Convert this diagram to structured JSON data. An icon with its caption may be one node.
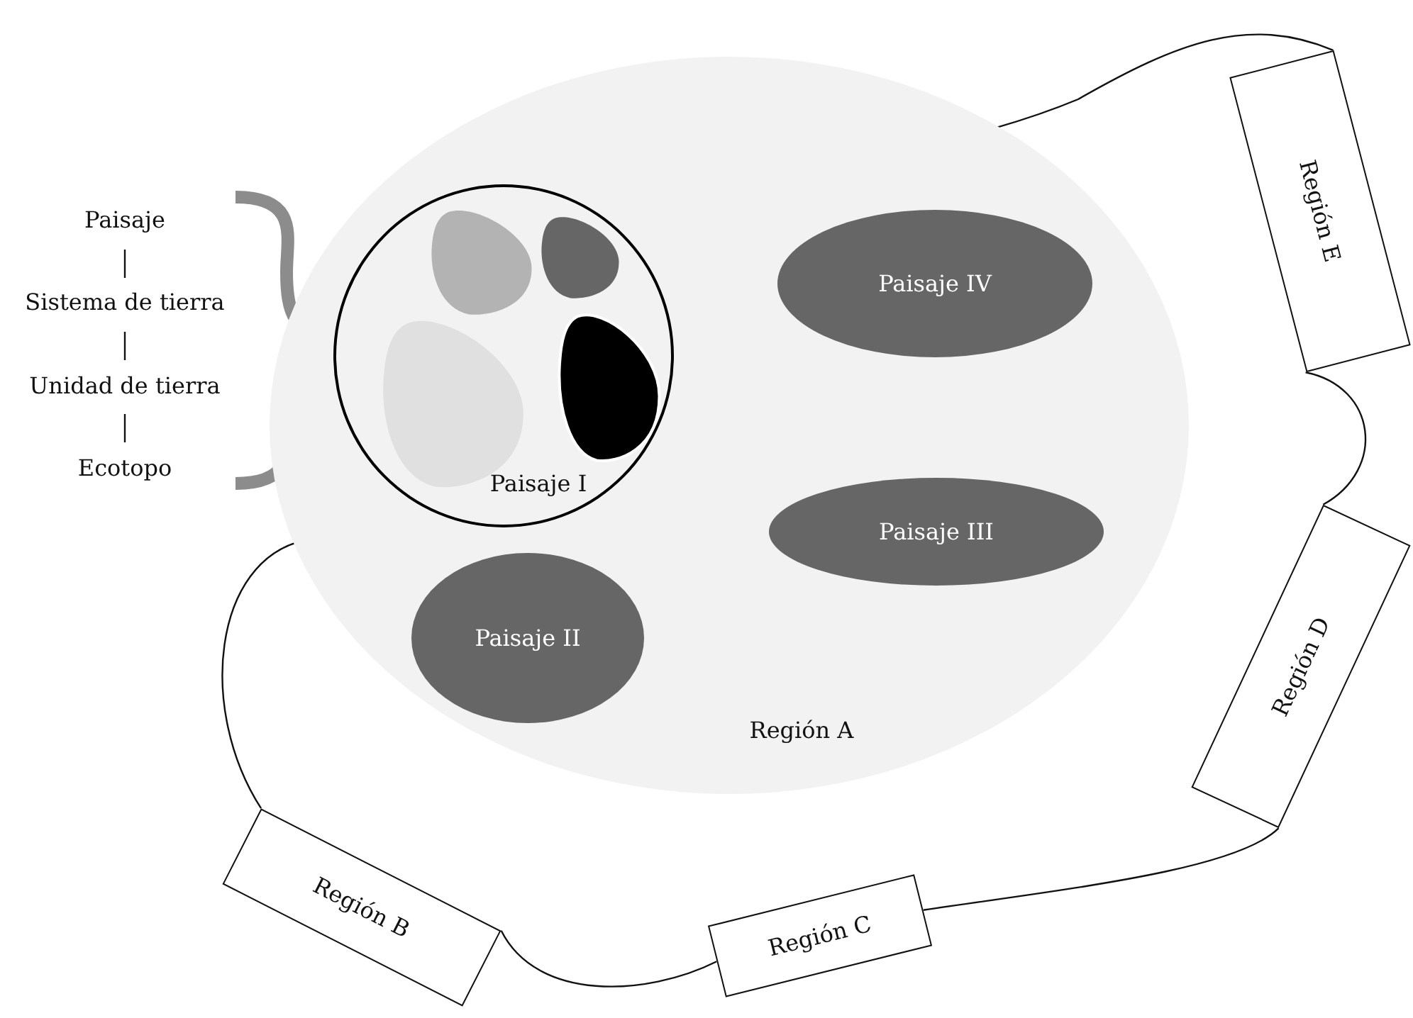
{
  "diagram": {
    "nodes": [
      {
        "text": [
          "Región A"
        ]
      },
      {
        "text": [
          "Paisaje I"
        ],
        "in": 0
      },
      {
        "text": [],
        "shape": "blob",
        "in": 1
      },
      {
        "text": [],
        "shape": "blob",
        "in": 1
      },
      {
        "text": [],
        "shape": "blob",
        "in": 1
      },
      {
        "text": [],
        "shape": "blob",
        "in": 1
      },
      {
        "text": [
          "Paisaje IV"
        ],
        "in": 0
      },
      {
        "text": [
          "Paisaje III"
        ],
        "in": 0
      },
      {
        "text": [
          "Paisaje II"
        ],
        "in": 0
      },
      {
        "text": [
          "Región B"
        ]
      },
      {
        "text": [
          "Región C"
        ]
      },
      {
        "text": [
          "Región D"
        ]
      },
      {
        "text": [
          "Región E"
        ]
      }
    ],
    "edges": [
      {
        "from": 9,
        "to": 10,
        "arrow": "none"
      },
      {
        "from": 10,
        "to": 11,
        "arrow": "none"
      },
      {
        "from": 11,
        "to": 12,
        "arrow": "none"
      },
      {
        "from": 12,
        "to": 9,
        "arrow": "none"
      }
    ],
    "labels": [
      "Paisaje",
      "Sistema de tierra",
      "Unidad de tierra",
      "Ecotopo"
    ]
  }
}
